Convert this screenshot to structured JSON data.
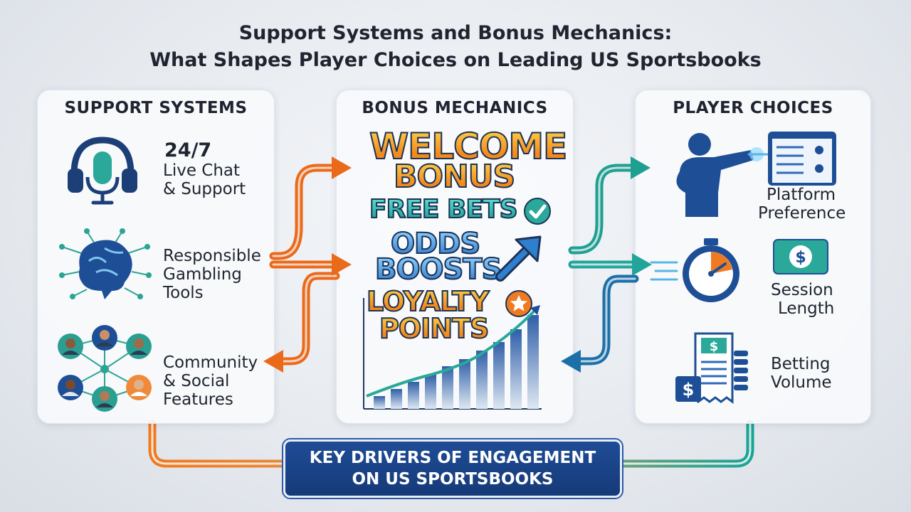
{
  "title": {
    "line1": "Support Systems and Bonus Mechanics:",
    "line2": "What Shapes Player Choices on Leading US Sportsbooks"
  },
  "support": {
    "heading": "SUPPORT SYSTEMS",
    "item1": {
      "l1": "24/7",
      "l2": "Live Chat",
      "l3": "& Support",
      "icon": "headset-icon"
    },
    "item2": {
      "l1": "Responsible",
      "l2": "Gambling",
      "l3": "Tools",
      "icon": "brain-network-icon"
    },
    "item3": {
      "l1": "Community",
      "l2": "& Social",
      "l3": "Features",
      "icon": "people-network-icon"
    }
  },
  "bonus": {
    "heading": "BONUS MECHANICS",
    "welcome1": "WELCOME",
    "welcome2": "BONUS",
    "freebets": "FREE BETS",
    "odds1": "ODDS",
    "odds2": "BOOSTS",
    "loyalty1": "LOYALTY",
    "loyalty2": "POINTS"
  },
  "player": {
    "heading": "PLAYER CHOICES",
    "item1": {
      "l1": "Platform",
      "l2": "Preference",
      "icon": "person-pointing-screen-icon"
    },
    "item2": {
      "l1": "Session",
      "l2": "Length",
      "icon": "stopwatch-icon"
    },
    "item3": {
      "l1": "Betting",
      "l2": "Volume",
      "icon": "receipt-stack-icon"
    }
  },
  "banner": {
    "line1": "KEY DRIVERS OF ENGAGEMENT",
    "line2": "ON US SPORTSBOOKS"
  },
  "colors": {
    "orange": "#f07a22",
    "teal": "#1a9c92",
    "blue": "#1e4c96"
  }
}
